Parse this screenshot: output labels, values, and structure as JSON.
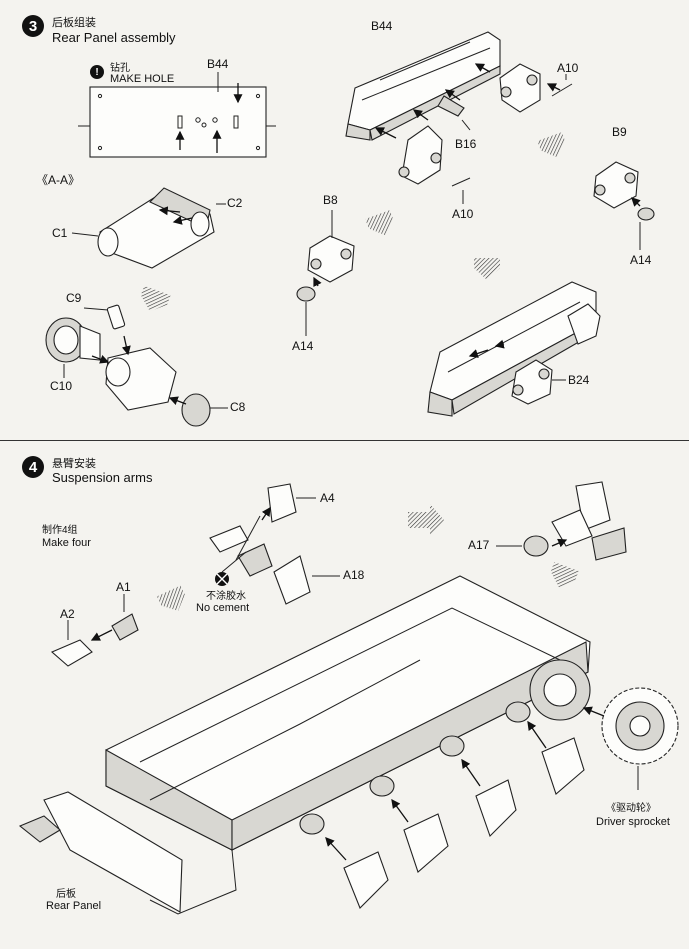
{
  "step3": {
    "number": "3",
    "title_cn": "后板组装",
    "title_en": "Rear Panel assembly",
    "note_icon": "!",
    "note_cn": "钻孔",
    "note_en": "MAKE HOLE",
    "section_label": "《A-A》",
    "parts": {
      "b44_top": "B44",
      "b44_drill": "B44",
      "a10_top": "A10",
      "b16": "B16",
      "a10_mid": "A10",
      "b9": "B9",
      "a14_right": "A14",
      "b8": "B8",
      "a14_left": "A14",
      "c2": "C2",
      "c1": "C1",
      "c9": "C9",
      "c10": "C10",
      "c8": "C8",
      "b24": "B24"
    }
  },
  "step4": {
    "number": "4",
    "title_cn": "悬臂安装",
    "title_en": "Suspension arms",
    "make_four_cn": "制作4组",
    "make_four_en": "Make four",
    "no_cement_cn": "不涂胶水",
    "no_cement_en": "No cement",
    "sprocket_cn": "《驱动轮》",
    "sprocket_en": "Driver sprocket",
    "rear_panel_cn": "后板",
    "rear_panel_en": "Rear Panel",
    "parts": {
      "a4": "A4",
      "a18": "A18",
      "a17": "A17",
      "a1": "A1",
      "a2": "A2"
    }
  },
  "icons": {
    "step_badge": "filled-circle-number",
    "attention": "exclamation-circle-icon",
    "no_cement": "no-glue-icon",
    "direction": "hatched-down-arrow-icon"
  }
}
